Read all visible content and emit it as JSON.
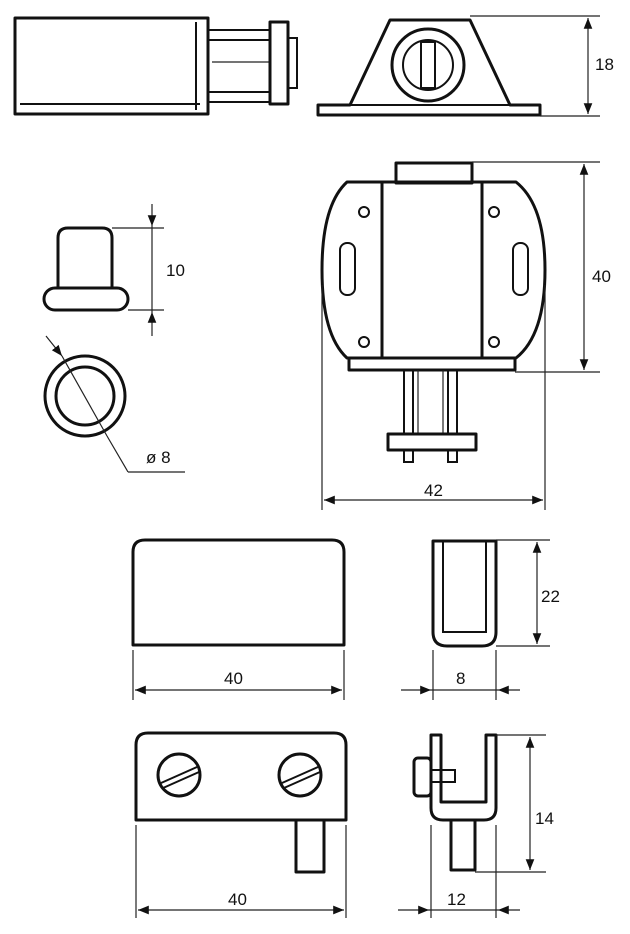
{
  "drawing": {
    "title": "",
    "dimensions": {
      "top_right_height": "18",
      "main_view_height": "40",
      "main_view_width": "42",
      "plunger_height": "10",
      "plunger_diameter": "ø 8",
      "strike_front_width": "40",
      "strike_side_height": "22",
      "strike_side_width": "8",
      "bottom_front_width": "40",
      "bottom_side_height": "14",
      "bottom_side_width": "12"
    }
  },
  "colors": {
    "line": "#111111",
    "background": "#ffffff"
  }
}
